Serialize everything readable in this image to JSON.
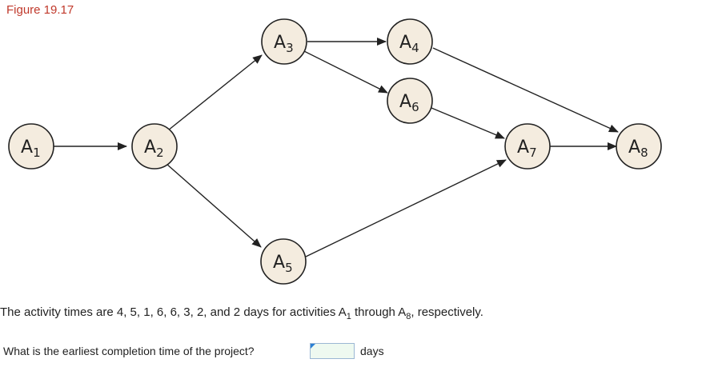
{
  "figure_title": "Figure 19.17",
  "nodes": [
    {
      "letter": "A",
      "sub": "1"
    },
    {
      "letter": "A",
      "sub": "2"
    },
    {
      "letter": "A",
      "sub": "3"
    },
    {
      "letter": "A",
      "sub": "4"
    },
    {
      "letter": "A",
      "sub": "5"
    },
    {
      "letter": "A",
      "sub": "6"
    },
    {
      "letter": "A",
      "sub": "7"
    },
    {
      "letter": "A",
      "sub": "8"
    }
  ],
  "edges": [
    [
      "A1",
      "A2"
    ],
    [
      "A2",
      "A3"
    ],
    [
      "A2",
      "A5"
    ],
    [
      "A3",
      "A4"
    ],
    [
      "A3",
      "A6"
    ],
    [
      "A4",
      "A8"
    ],
    [
      "A6",
      "A7"
    ],
    [
      "A5",
      "A7"
    ],
    [
      "A7",
      "A8"
    ]
  ],
  "statement": {
    "prefix": "The activity times are 4, 5, 1, 6, 6, 3, 2, and 2 days for activities A",
    "sub_first": "1",
    "middle": " through A",
    "sub_last": "8",
    "suffix": ", respectively."
  },
  "question": {
    "text": "What is the earliest completion time of the project?",
    "answer_value": "",
    "unit": "days"
  }
}
